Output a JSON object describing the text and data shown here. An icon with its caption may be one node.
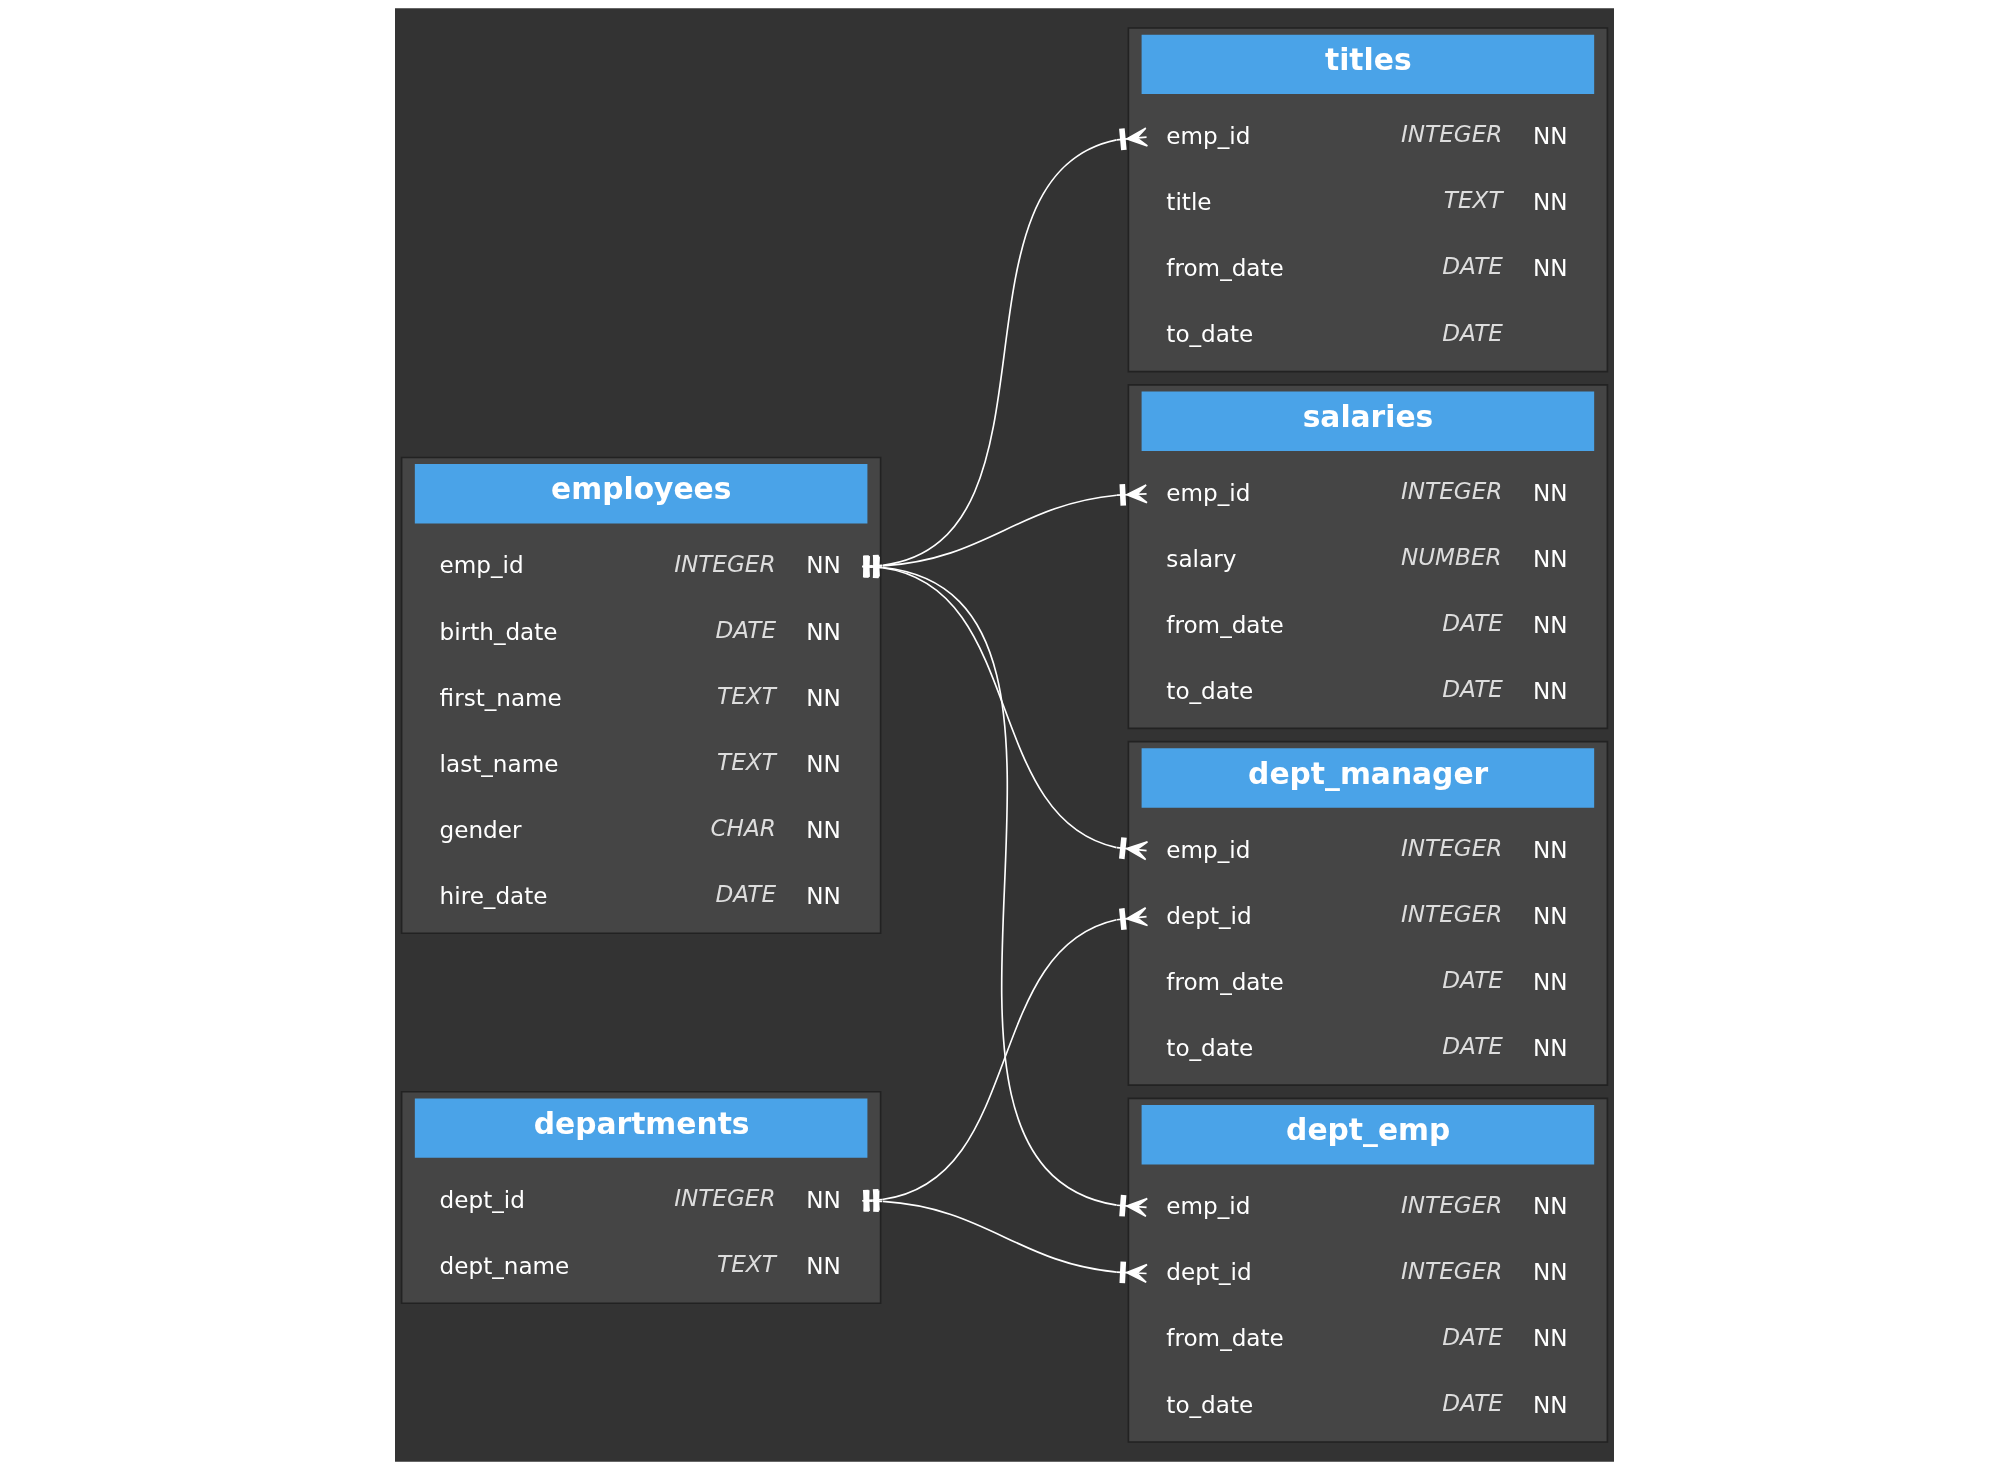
{
  "diagram": {
    "nodes": [
      {
        "text": [
          "titles"
        ]
      },
      {
        "text": [
          "emp_id",
          "INTEGER",
          "NN"
        ],
        "in": 0
      },
      {
        "text": [
          "title",
          "TEXT",
          "NN"
        ],
        "in": 0
      },
      {
        "text": [
          "from_date",
          "DATE",
          "NN"
        ],
        "in": 0
      },
      {
        "text": [
          "to_date",
          "DATE"
        ],
        "in": 0
      },
      {
        "text": [
          "salaries"
        ]
      },
      {
        "text": [
          "emp_id",
          "INTEGER",
          "NN"
        ],
        "in": 5
      },
      {
        "text": [
          "salary",
          "NUMBER",
          "NN"
        ],
        "in": 5
      },
      {
        "text": [
          "from_date",
          "DATE",
          "NN"
        ],
        "in": 5
      },
      {
        "text": [
          "to_date",
          "DATE",
          "NN"
        ],
        "in": 5
      },
      {
        "text": [
          "employees"
        ]
      },
      {
        "text": [
          "emp_id",
          "INTEGER",
          "NN"
        ],
        "in": 10
      },
      {
        "text": [
          "birth_date",
          "DATE",
          "NN"
        ],
        "in": 10
      },
      {
        "text": [
          "first_name",
          "TEXT",
          "NN"
        ],
        "in": 10
      },
      {
        "text": [
          "last_name",
          "TEXT",
          "NN"
        ],
        "in": 10
      },
      {
        "text": [
          "gender",
          "CHAR",
          "NN"
        ],
        "in": 10
      },
      {
        "text": [
          "hire_date",
          "DATE",
          "NN"
        ],
        "in": 10
      },
      {
        "text": [
          "dept_manager"
        ]
      },
      {
        "text": [
          "dept_id",
          "INTEGER",
          "NN"
        ],
        "in": 17
      },
      {
        "text": [
          "emp_id",
          "INTEGER",
          "NN"
        ],
        "in": 17
      },
      {
        "text": [
          "from_date",
          "DATE",
          "NN"
        ],
        "in": 17
      },
      {
        "text": [
          "to_date",
          "DATE",
          "NN"
        ],
        "in": 17
      },
      {
        "text": [
          "dept_emp"
        ]
      },
      {
        "text": [
          "emp_id",
          "INTEGER",
          "NN"
        ],
        "in": 22
      },
      {
        "text": [
          "dept_id",
          "INTEGER",
          "NN"
        ],
        "in": 22
      },
      {
        "text": [
          "from_date",
          "DATE",
          "NN"
        ],
        "in": 22
      },
      {
        "text": [
          "to_date",
          "DATE",
          "NN"
        ],
        "in": 22
      },
      {
        "text": [
          "departments"
        ]
      },
      {
        "text": [
          "dept_id",
          "INTEGER",
          "NN"
        ],
        "in": 27
      },
      {
        "text": [
          "dept_name",
          "TEXT",
          "NN"
        ],
        "in": 27
      }
    ],
    "edges": [
      {
        "from": 11,
        "to": 1,
        "arrow": "other"
      },
      {
        "from": 11,
        "to": 6,
        "arrow": "other"
      },
      {
        "from": 11,
        "to": 19,
        "arrow": "other"
      },
      {
        "from": 11,
        "to": 23,
        "arrow": "other"
      },
      {
        "from": 28,
        "to": 24,
        "arrow": "other"
      },
      {
        "from": 28,
        "to": 18,
        "arrow": "other"
      }
    ]
  }
}
